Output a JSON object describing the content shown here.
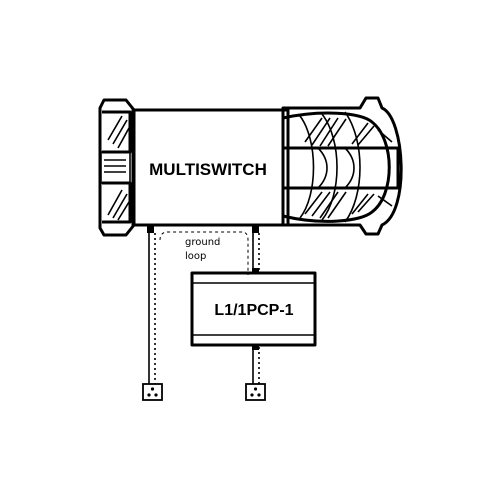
{
  "multiswitch": {
    "label": "MULTISWITCH"
  },
  "module": {
    "label": "L1/1PCP-1"
  },
  "annotation": {
    "line1": "ground",
    "line2": "loop"
  }
}
